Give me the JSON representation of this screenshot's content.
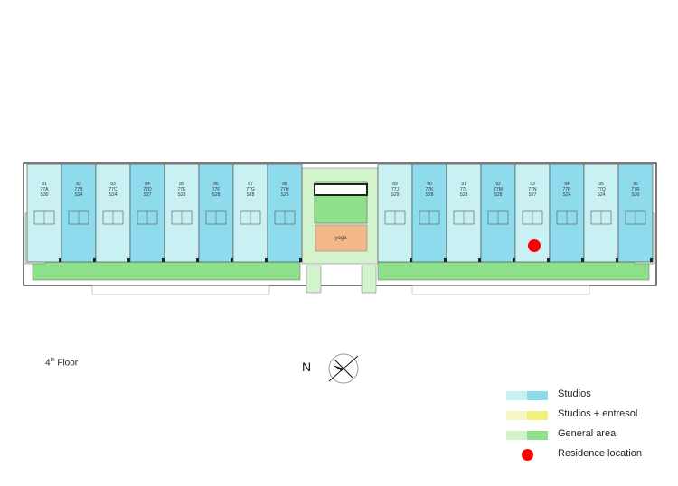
{
  "floor": {
    "label_main": "4",
    "label_sup": "th",
    "label_rest": " Floor"
  },
  "compass": {
    "letter": "N"
  },
  "common": {
    "yoga_label": "yoga"
  },
  "colors": {
    "studio_light": "#c9f1f4",
    "studio_dark": "#8fdbee",
    "entresol_light": "#f4f6c4",
    "entresol_dark": "#f1f078",
    "general_light": "#d3f3cd",
    "general_dark": "#8ee08a",
    "yoga": "#f2b889",
    "residence": "#ff0000",
    "wall": "#222222"
  },
  "units": [
    {
      "num": "81",
      "code": "77A",
      "size": "S30",
      "shade": "light"
    },
    {
      "num": "82",
      "code": "77B",
      "size": "S24",
      "shade": "dark"
    },
    {
      "num": "83",
      "code": "77C",
      "size": "S24",
      "shade": "light"
    },
    {
      "num": "84",
      "code": "77D",
      "size": "S27",
      "shade": "dark"
    },
    {
      "num": "85",
      "code": "77E",
      "size": "S28",
      "shade": "light"
    },
    {
      "num": "86",
      "code": "77F",
      "size": "S28",
      "shade": "dark"
    },
    {
      "num": "87",
      "code": "77G",
      "size": "S28",
      "shade": "light"
    },
    {
      "num": "88",
      "code": "77H",
      "size": "S29",
      "shade": "dark"
    },
    {
      "num": "89",
      "code": "77J",
      "size": "S29",
      "shade": "light"
    },
    {
      "num": "90",
      "code": "77K",
      "size": "S28",
      "shade": "dark"
    },
    {
      "num": "91",
      "code": "77L",
      "size": "S28",
      "shade": "light"
    },
    {
      "num": "92",
      "code": "77M",
      "size": "S28",
      "shade": "dark"
    },
    {
      "num": "93",
      "code": "77N",
      "size": "S27",
      "shade": "light"
    },
    {
      "num": "94",
      "code": "77P",
      "size": "S24",
      "shade": "dark"
    },
    {
      "num": "95",
      "code": "77Q",
      "size": "S24",
      "shade": "light"
    },
    {
      "num": "96",
      "code": "77R",
      "size": "S30",
      "shade": "dark"
    }
  ],
  "residence": {
    "unit": "93"
  },
  "legend": [
    {
      "key": "studios",
      "label": "Studios"
    },
    {
      "key": "entresol",
      "label": "Studios + entresol"
    },
    {
      "key": "general",
      "label": "General area"
    },
    {
      "key": "residence",
      "label": "Residence location"
    }
  ]
}
